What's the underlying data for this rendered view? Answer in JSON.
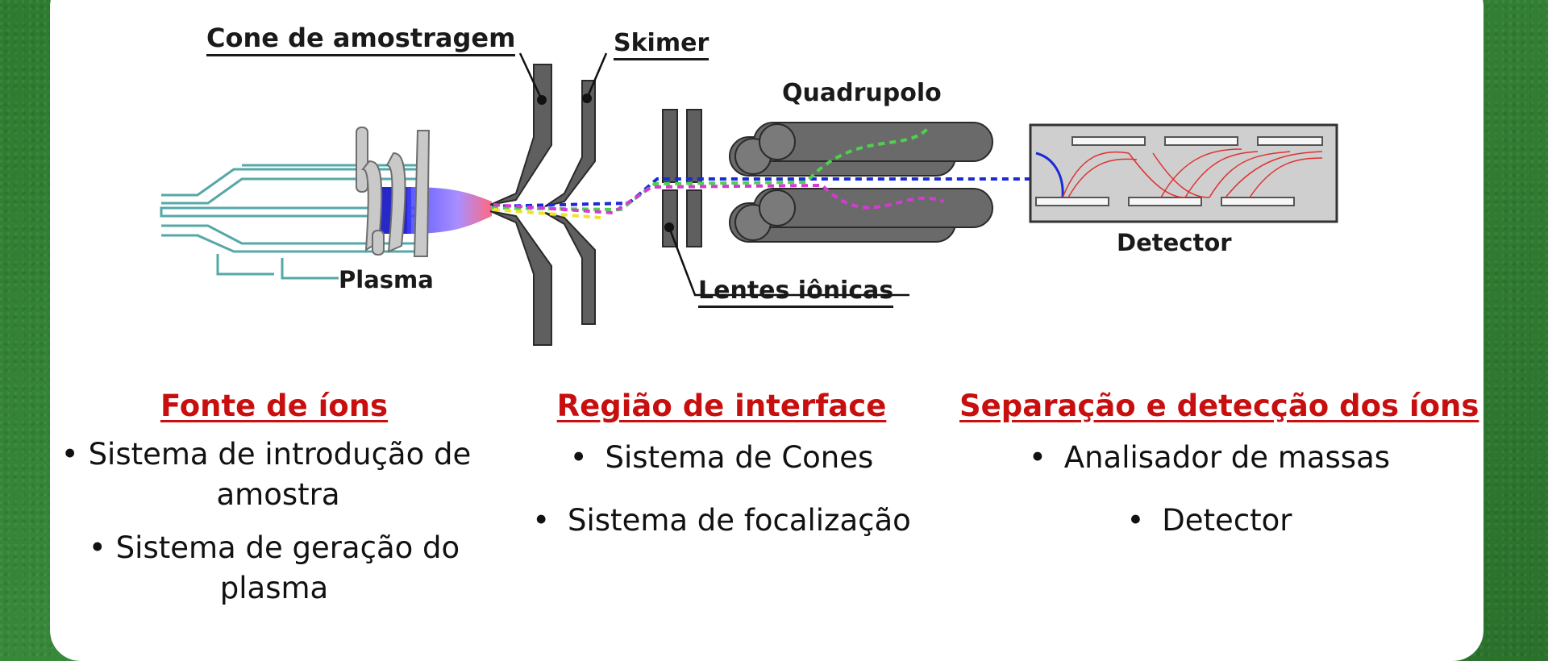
{
  "labels": {
    "cone": "Cone de amostragem",
    "skimer": "Skimer",
    "quadrupolo": "Quadrupolo",
    "plasma": "Plasma",
    "lentes": "Lentes iônicas",
    "detector": "Detector"
  },
  "sections": [
    {
      "title": "Fonte de íons",
      "items": [
        "Sistema de introdução de amostra",
        "Sistema de geração do plasma"
      ]
    },
    {
      "title": "Região de interface",
      "items": [
        "Sistema de Cones",
        "Sistema de focalização"
      ]
    },
    {
      "title": "Separação e detecção dos íons",
      "items": [
        "Analisador de massas",
        "Detector"
      ]
    }
  ],
  "bullet": "•",
  "colors": {
    "title_red": "#c80f0f",
    "background_green": "#2f7d32",
    "metal_gray": "#5a5a5a"
  }
}
